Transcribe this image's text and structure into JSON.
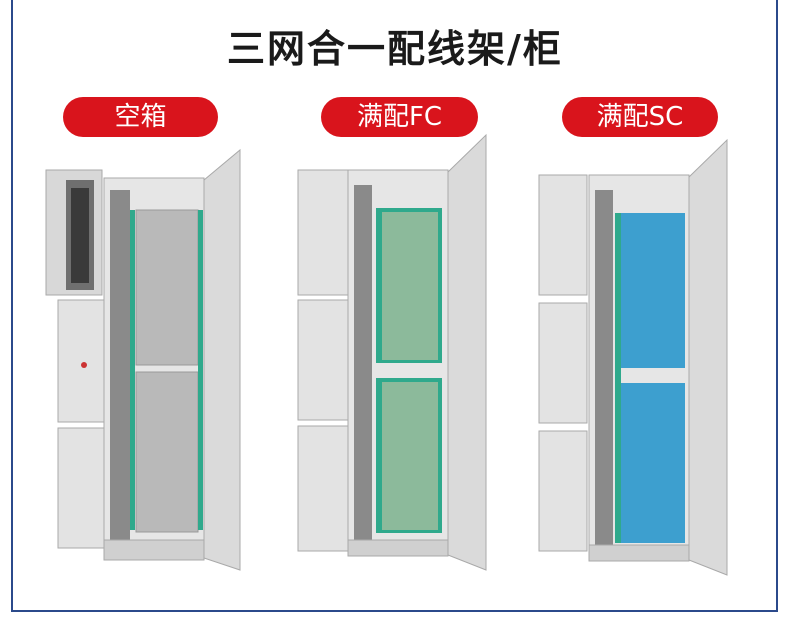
{
  "title": "三网合一配线架/柜",
  "cabinets": [
    {
      "label": "空箱"
    },
    {
      "label": "满配FC"
    },
    {
      "label": "满配SC"
    }
  ],
  "colors": {
    "badge": "#d9141c",
    "cabinet_body": "#dcdcdc",
    "panel_fc": "#2fa98c",
    "panel_sc": "#3d9fcf",
    "frame": "#2b4a8b"
  }
}
